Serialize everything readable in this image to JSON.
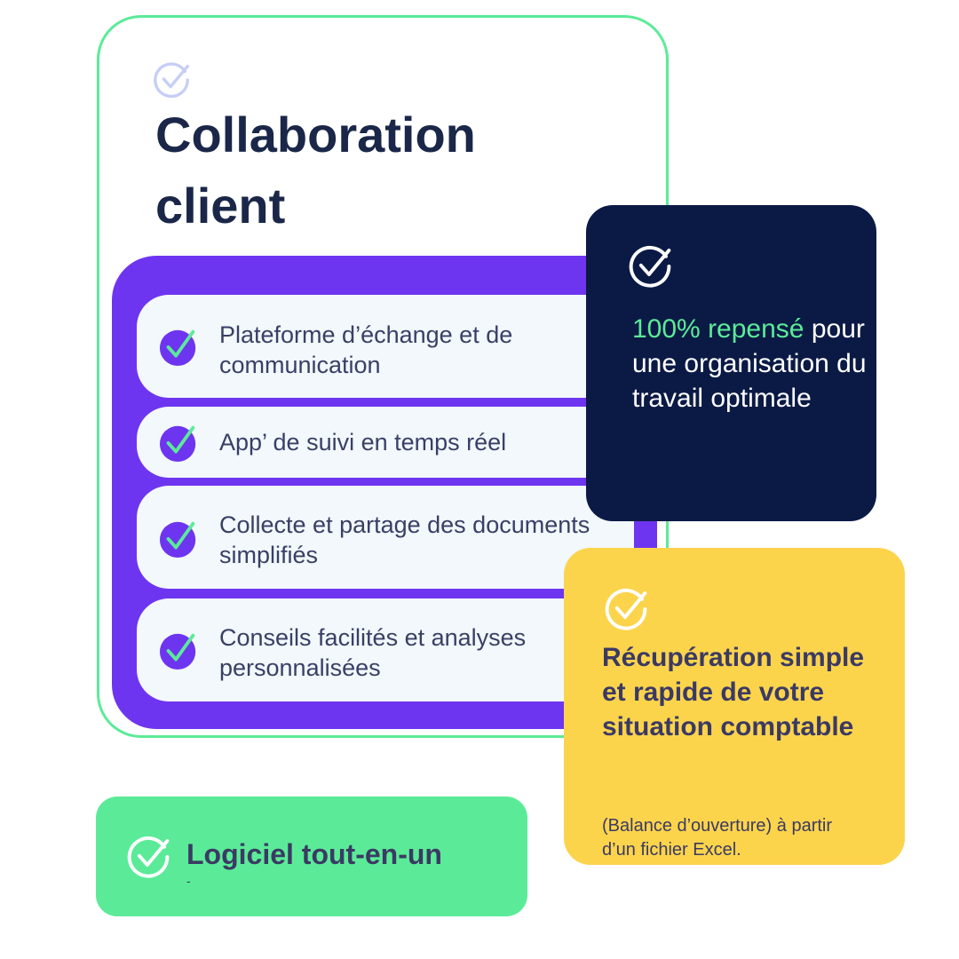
{
  "main_card": {
    "title": "Collaboration client",
    "icon": "check-circle-outline-icon",
    "border_color": "#5beb98"
  },
  "features": {
    "panel_color": "#6e35f0",
    "icon": "check-circle-filled-icon",
    "items": [
      {
        "label": "Plateforme d’échange et de communication"
      },
      {
        "label": "App’ de suivi en temps réel"
      },
      {
        "label": "Collecte et partage des documents simplifiés"
      },
      {
        "label": "Conseils facilités et analyses personnalisées"
      }
    ]
  },
  "dark_card": {
    "icon": "check-circle-outline-icon",
    "accent_text": "100% repensé",
    "text": "pour une organisation du travail optimale",
    "background": "#0b1a45",
    "accent_color": "#5beb98"
  },
  "yellow_card": {
    "icon": "check-circle-outline-icon",
    "title": "Récupération simple et rapide de votre situation comptable",
    "note": "(Balance d’ouverture) à partir d’un fichier Excel.",
    "background": "#fcd44c"
  },
  "green_card": {
    "icon": "check-circle-outline-icon",
    "title": "Logiciel tout-en-un",
    "subtext": "-",
    "background": "#5beb98"
  }
}
